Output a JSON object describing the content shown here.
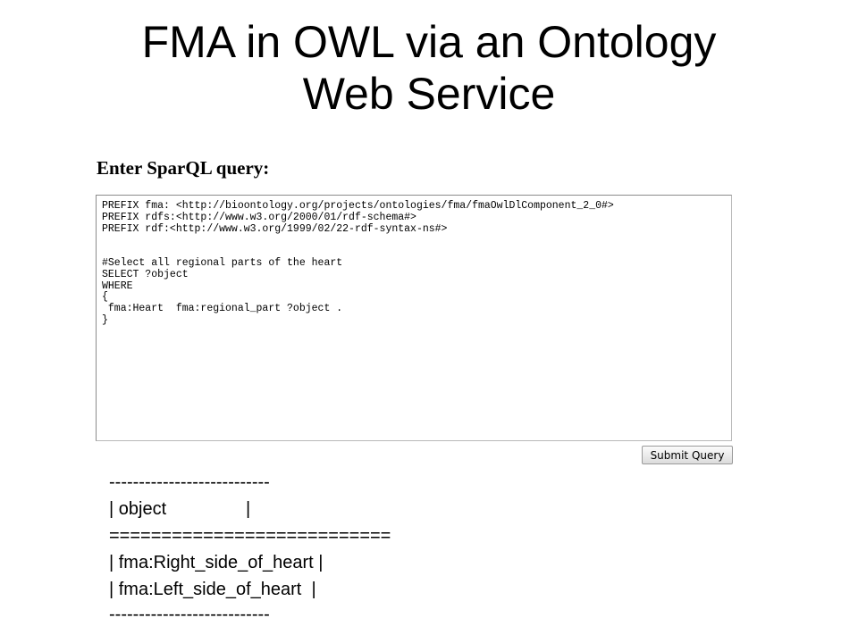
{
  "slide": {
    "title_line1": "FMA in OWL via an Ontology",
    "title_line2": "Web Service"
  },
  "query_form": {
    "label": "Enter SparQL query:",
    "query_text": "PREFIX fma: <http://bioontology.org/projects/ontologies/fma/fmaOwlDlComponent_2_0#>\nPREFIX rdfs:<http://www.w3.org/2000/01/rdf-schema#>\nPREFIX rdf:<http://www.w3.org/1999/02/22-rdf-syntax-ns#>\n\n\n#Select all regional parts of the heart\nSELECT ?object\nWHERE\n{\n fma:Heart  fma:regional_part ?object .\n}",
    "submit_label": "Submit Query"
  },
  "results": {
    "border_top": "---------------------------",
    "header": "| object                |",
    "header_rule": "===========================",
    "rows": [
      "| fma:Right_side_of_heart |",
      "| fma:Left_side_of_heart  |"
    ],
    "border_bottom": "---------------------------"
  }
}
